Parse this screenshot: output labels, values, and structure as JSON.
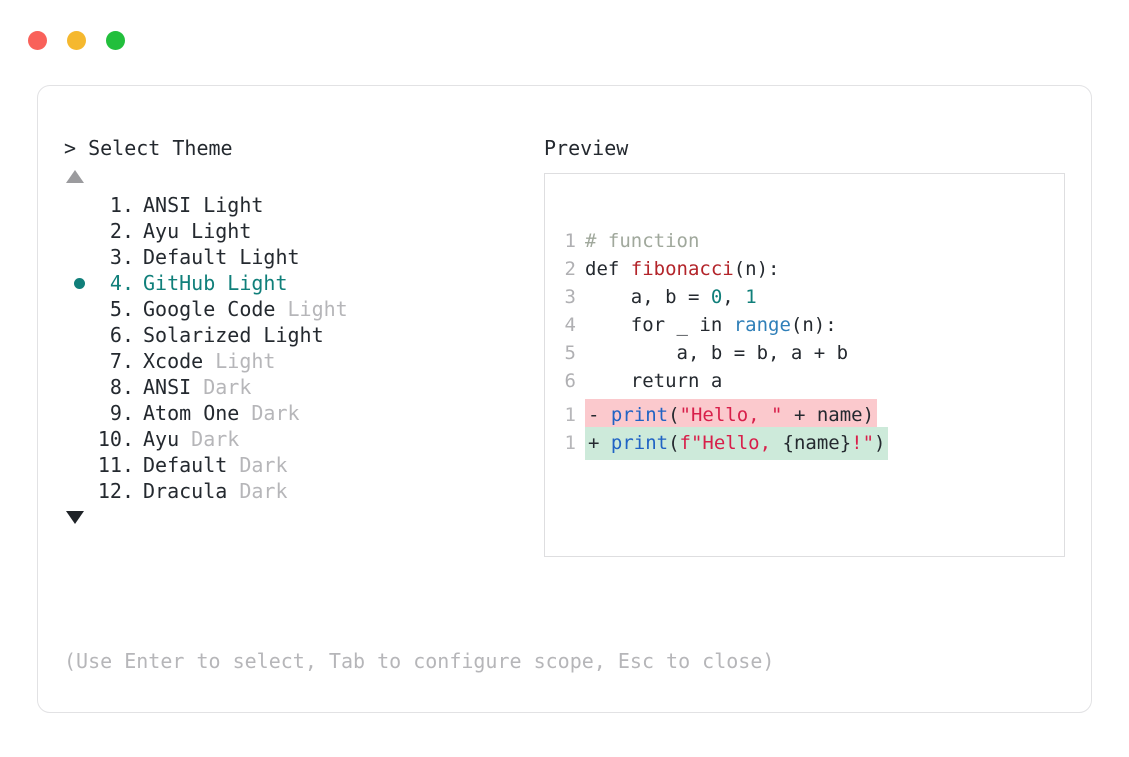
{
  "window": {
    "traffic_lights": [
      {
        "name": "close",
        "color": "#f9615a"
      },
      {
        "name": "minimize",
        "color": "#f5b82e"
      },
      {
        "name": "maximize",
        "color": "#22bf3c"
      }
    ]
  },
  "colors": {
    "accent_teal": "#107f7a",
    "text": "#24292f",
    "muted": "#b6b6b9",
    "diff_del_bg": "#fbc9cd",
    "diff_add_bg": "#cdeada",
    "border": "#e2e2e4"
  },
  "selector": {
    "caret": ">",
    "title": "Select Theme",
    "scroll_up": "▲",
    "scroll_down": "▼",
    "selected_index": 4,
    "items": [
      {
        "num": "1.",
        "name": "ANSI",
        "suffix": "Light",
        "suffix_muted": false
      },
      {
        "num": "2.",
        "name": "Ayu",
        "suffix": "Light",
        "suffix_muted": false
      },
      {
        "num": "3.",
        "name": "Default",
        "suffix": "Light",
        "suffix_muted": false
      },
      {
        "num": "4.",
        "name": "GitHub",
        "suffix": "Light",
        "suffix_muted": false
      },
      {
        "num": "5.",
        "name": "Google Code",
        "suffix": "Light",
        "suffix_muted": true
      },
      {
        "num": "6.",
        "name": "Solarized",
        "suffix": "Light",
        "suffix_muted": false
      },
      {
        "num": "7.",
        "name": "Xcode",
        "suffix": "Light",
        "suffix_muted": true
      },
      {
        "num": "8.",
        "name": "ANSI",
        "suffix": "Dark",
        "suffix_muted": true
      },
      {
        "num": "9.",
        "name": "Atom One",
        "suffix": "Dark",
        "suffix_muted": true
      },
      {
        "num": "10.",
        "name": "Ayu",
        "suffix": "Dark",
        "suffix_muted": true
      },
      {
        "num": "11.",
        "name": "Default",
        "suffix": "Dark",
        "suffix_muted": true
      },
      {
        "num": "12.",
        "name": "Dracula",
        "suffix": "Dark",
        "suffix_muted": true
      }
    ]
  },
  "preview": {
    "label": "Preview",
    "code_lines": [
      {
        "ln": "1",
        "tokens": [
          {
            "t": "# function",
            "c": "tok-comment"
          }
        ]
      },
      {
        "ln": "2",
        "tokens": [
          {
            "t": "def ",
            "c": "tok-kw"
          },
          {
            "t": "fibonacci",
            "c": "tok-fn"
          },
          {
            "t": "(n):",
            "c": "tok-plain"
          }
        ]
      },
      {
        "ln": "3",
        "tokens": [
          {
            "t": "    a, b = ",
            "c": "tok-plain"
          },
          {
            "t": "0",
            "c": "tok-num"
          },
          {
            "t": ", ",
            "c": "tok-plain"
          },
          {
            "t": "1",
            "c": "tok-num"
          }
        ]
      },
      {
        "ln": "4",
        "tokens": [
          {
            "t": "    for _ in ",
            "c": "tok-plain"
          },
          {
            "t": "range",
            "c": "tok-builtin"
          },
          {
            "t": "(n):",
            "c": "tok-plain"
          }
        ]
      },
      {
        "ln": "5",
        "tokens": [
          {
            "t": "        a, b = b, a + b",
            "c": "tok-plain"
          }
        ]
      },
      {
        "ln": "6",
        "tokens": [
          {
            "t": "    return a",
            "c": "tok-plain"
          }
        ]
      }
    ],
    "diff_lines": [
      {
        "ln": "1",
        "kind": "del",
        "sign": "- ",
        "tokens": [
          {
            "t": "print",
            "c": "tok-call"
          },
          {
            "t": "(",
            "c": "tok-plain"
          },
          {
            "t": "\"Hello, \"",
            "c": "tok-str"
          },
          {
            "t": " + name)",
            "c": "tok-plain"
          }
        ]
      },
      {
        "ln": "1",
        "kind": "add",
        "sign": "+ ",
        "tokens": [
          {
            "t": "print",
            "c": "tok-call"
          },
          {
            "t": "(",
            "c": "tok-plain"
          },
          {
            "t": "f\"Hello, ",
            "c": "tok-str"
          },
          {
            "t": "{name}",
            "c": "tok-plain"
          },
          {
            "t": "!\"",
            "c": "tok-str"
          },
          {
            "t": ")",
            "c": "tok-plain"
          }
        ]
      }
    ]
  },
  "footer": {
    "hint": "(Use Enter to select, Tab to configure scope, Esc to close)"
  }
}
